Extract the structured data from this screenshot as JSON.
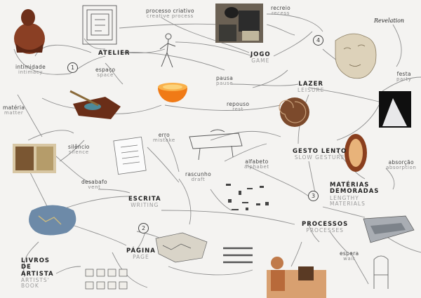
{
  "nodes": {
    "intimidade": {
      "pt": "intimidade",
      "en": "intimacy"
    },
    "atelier": {
      "pt": "ATELIER"
    },
    "espaco": {
      "pt": "espaço",
      "en": "space"
    },
    "processo_criativo": {
      "pt": "processo criativo",
      "en": "creative process"
    },
    "jogo": {
      "pt": "JOGO",
      "en": "GAME"
    },
    "recreio": {
      "pt": "recreio",
      "en": "recess"
    },
    "revelation": {
      "pt": "Revelation"
    },
    "festa": {
      "pt": "festa",
      "en": "party"
    },
    "pausa": {
      "pt": "pausa",
      "en": "pause"
    },
    "lazer": {
      "pt": "LAZER",
      "en": "LEISURE"
    },
    "repouso": {
      "pt": "repouso",
      "en": "rest"
    },
    "materia": {
      "pt": "matéria",
      "en": "matter"
    },
    "silencio": {
      "pt": "silêncio",
      "en": "silence"
    },
    "erro": {
      "pt": "erro",
      "en": "mistake"
    },
    "gesto_lento": {
      "pt": "GESTO LENTO",
      "en": "SLOW GESTURE"
    },
    "alfabeto": {
      "pt": "alfabeto",
      "en": "alphabet"
    },
    "absorcao": {
      "pt": "absorção",
      "en": "absorption"
    },
    "rascunho": {
      "pt": "rascunho",
      "en": "draft"
    },
    "desabafo": {
      "pt": "desabafo",
      "en": "vent"
    },
    "escrita": {
      "pt": "ESCRITA",
      "en": "WRITING"
    },
    "materias_demoradas": {
      "pt": "MATÉRIAS DEMORADAS",
      "en": "LENGTHY MATERIALS"
    },
    "processos": {
      "pt": "PROCESSOS",
      "en": "PROCESSES"
    },
    "pagina": {
      "pt": "PÁGINA",
      "en": "PAGE"
    },
    "espera": {
      "pt": "espera",
      "en": "wait"
    },
    "livros": {
      "pt": "LIVROS DE ARTISTA",
      "en": "ARTISTS' BOOK"
    }
  },
  "numbers": [
    "1",
    "2",
    "3",
    "4"
  ],
  "colors": {
    "line": "#8a8a8a",
    "background": "#f4f3f1",
    "ink": "#222222"
  }
}
